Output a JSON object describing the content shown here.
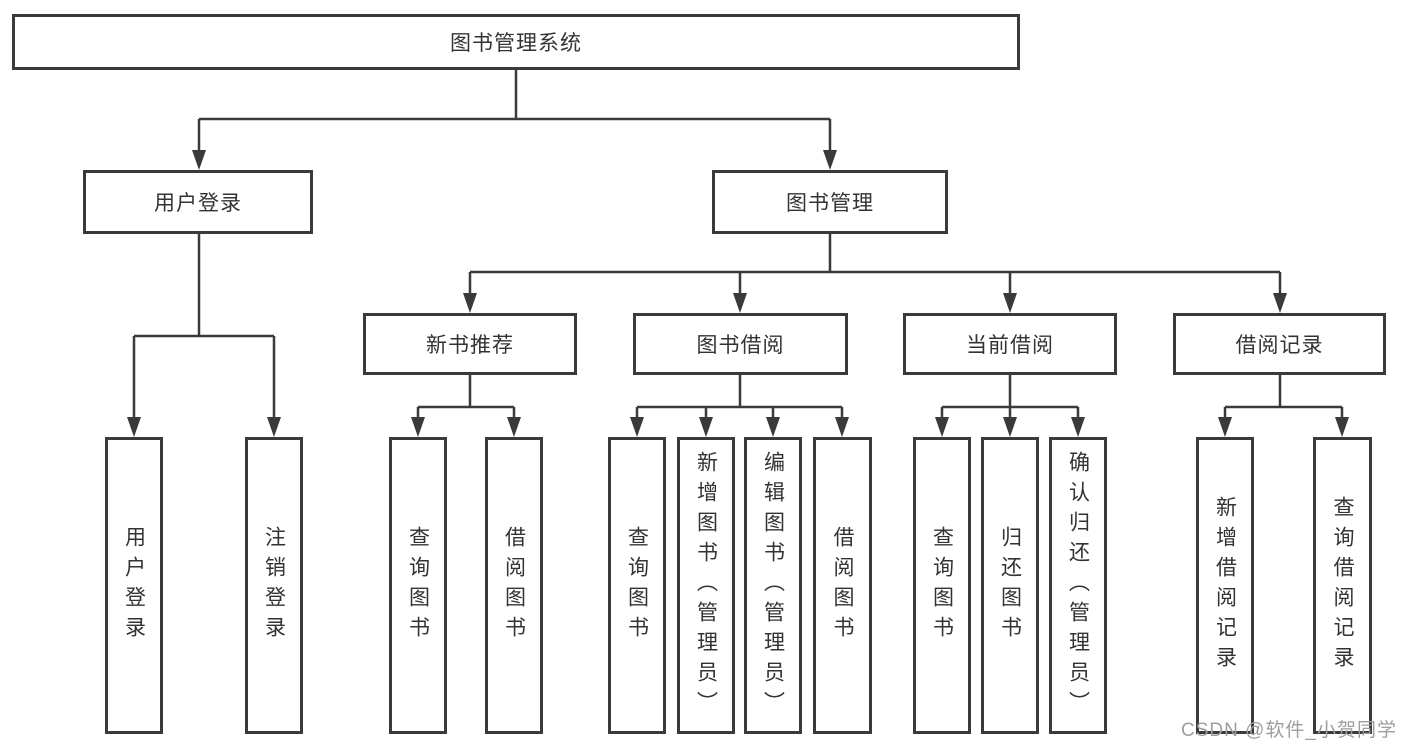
{
  "tree": {
    "label": "图书管理系统",
    "children": [
      {
        "label": "用户登录",
        "children": [
          {
            "label": "用户登录"
          },
          {
            "label": "注销登录"
          }
        ]
      },
      {
        "label": "图书管理",
        "children": [
          {
            "label": "新书推荐",
            "children": [
              {
                "label": "查询图书"
              },
              {
                "label": "借阅图书"
              }
            ]
          },
          {
            "label": "图书借阅",
            "children": [
              {
                "label": "查询图书"
              },
              {
                "label": "新增图书（管理员）"
              },
              {
                "label": "编辑图书（管理员）"
              },
              {
                "label": "借阅图书"
              }
            ]
          },
          {
            "label": "当前借阅",
            "children": [
              {
                "label": "查询图书"
              },
              {
                "label": "归还图书"
              },
              {
                "label": "确认归还（管理员）"
              }
            ]
          },
          {
            "label": "借阅记录",
            "children": [
              {
                "label": "新增借阅记录"
              },
              {
                "label": "查询借阅记录"
              }
            ]
          }
        ]
      }
    ]
  },
  "watermark": "CSDN @软件_小贺同学",
  "colors": {
    "line": "#3a3a3a",
    "text": "#333333",
    "box_fill": "#ffffff",
    "watermark": "#9e9e9e",
    "background": "#ffffff"
  }
}
